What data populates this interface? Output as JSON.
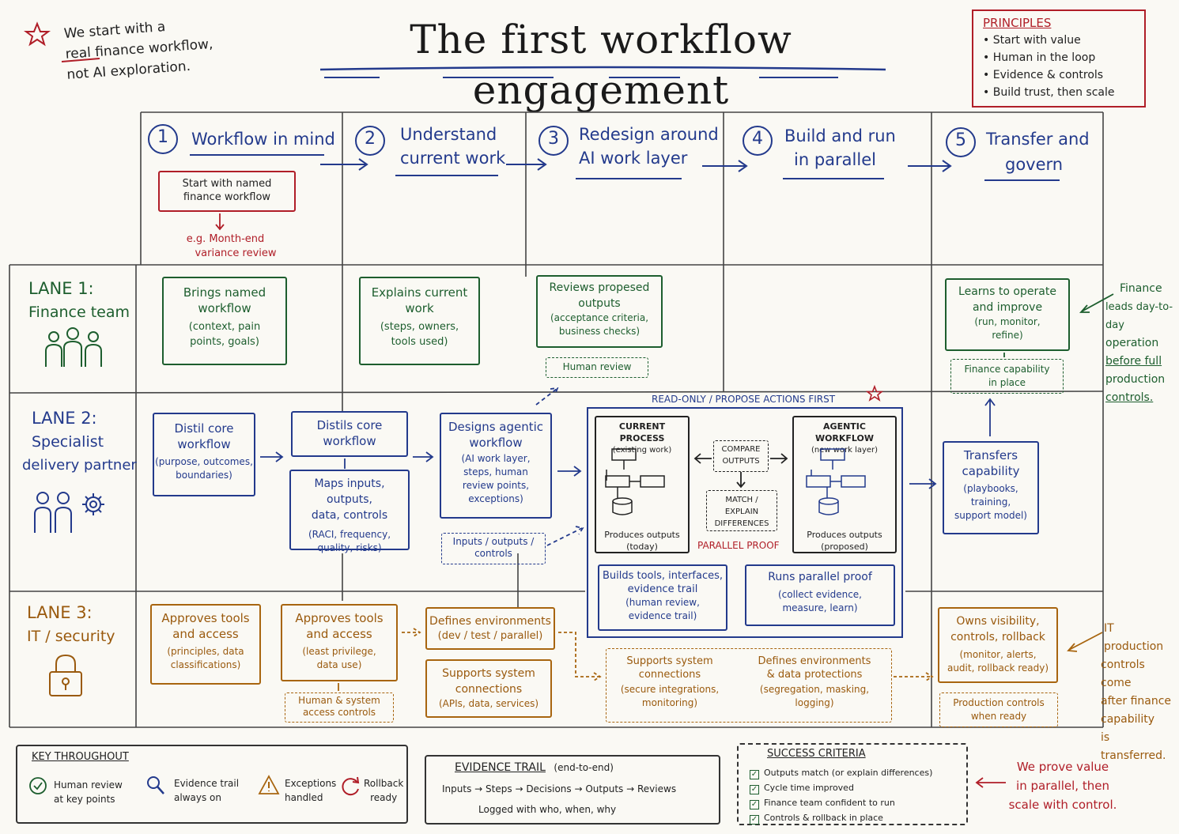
{
  "title": "The first workflow engagement",
  "intro_note": {
    "l1": "We start with a",
    "l2": "real finance workflow,",
    "l3": "not AI exploration."
  },
  "principles": {
    "title": "PRINCIPLES",
    "items": [
      "Start with value",
      "Human in the loop",
      "Evidence & controls",
      "Build trust, then scale"
    ]
  },
  "steps": [
    {
      "num": "1",
      "l1": "Workflow in mind",
      "l2": ""
    },
    {
      "num": "2",
      "l1": "Understand",
      "l2": "current work"
    },
    {
      "num": "3",
      "l1": "Redesign around",
      "l2": "AI work layer"
    },
    {
      "num": "4",
      "l1": "Build and run",
      "l2": "in parallel"
    },
    {
      "num": "5",
      "l1": "Transfer and",
      "l2": "govern"
    }
  ],
  "start_box": {
    "l1": "Start with named",
    "l2": "finance workflow",
    "example_l1": "e.g. Month-end",
    "example_l2": "variance review"
  },
  "lanes": [
    {
      "l1": "LANE 1:",
      "l2": "Finance team",
      "l3": ""
    },
    {
      "l1": "LANE 2:",
      "l2": "Specialist",
      "l3": "delivery partner"
    },
    {
      "l1": "LANE 3:",
      "l2": "IT / security",
      "l3": ""
    }
  ],
  "lane1": {
    "b1": {
      "title1": "Brings named",
      "title2": "workflow",
      "d1": "(context, pain",
      "d2": "points, goals)"
    },
    "b2": {
      "title1": "Explains current",
      "title2": "work",
      "d1": "(steps, owners,",
      "d2": "tools used)"
    },
    "b3": {
      "title1": "Reviews propesed",
      "title2": "outputs",
      "d1": "(acceptance criteria,",
      "d2": "business checks)"
    },
    "b3_tag": "Human review",
    "b4": {
      "title1": "Learns to operate",
      "title2": "and improve",
      "d1": "(run, monitor,",
      "d2": "refine)"
    },
    "b4_tag1": "Finance capability",
    "b4_tag2": "in place",
    "side_note": [
      "Finance",
      "leads day-to-day",
      "operation",
      "before full",
      "production",
      "controls."
    ]
  },
  "lane2": {
    "b1": {
      "title1": "Distil core",
      "title2": "workflow",
      "d1": "(purpose, outcomes,",
      "d2": "boundaries)"
    },
    "b2": {
      "title1": "Distils core",
      "title2": "workflow"
    },
    "b2b": {
      "title1": "Maps inputs, outputs,",
      "title2": "data, controls",
      "d1": "(RACI, frequency,",
      "d2": "quality, risks)"
    },
    "b3": {
      "title1": "Designs agentic",
      "title2": "workflow",
      "d1": "(AI work layer,",
      "d2": "steps, human",
      "d3": "review points,",
      "d4": "exceptions)"
    },
    "b3_tag1": "Inputs / outputs /",
    "b3_tag2": "controls",
    "readonly_label": "READ-ONLY / PROPOSE ACTIONS FIRST",
    "current": {
      "t1": "CURRENT PROCESS",
      "t2": "(existing work)",
      "o1": "Produces outputs",
      "o2": "(today)"
    },
    "agentic": {
      "t1": "AGENTIC WORKFLOW",
      "t2": "(new work layer)",
      "o1": "Produces outputs",
      "o2": "(proposed)"
    },
    "compare1": "COMPARE",
    "compare2": "OUTPUTS",
    "match1": "MATCH /",
    "match2": "EXPLAIN",
    "match3": "DIFFERENCES",
    "parallel_proof": "PARALLEL PROOF",
    "builds": {
      "title1": "Builds tools, interfaces,",
      "title2": "evidence trail",
      "d1": "(human review,",
      "d2": "evidence trail)"
    },
    "runs": {
      "title1": "Runs parallel proof",
      "d1": "(collect evidence,",
      "d2": "measure, learn)"
    },
    "b5": {
      "title1": "Transfers",
      "title2": "capability",
      "d1": "(playbooks,",
      "d2": "training,",
      "d3": "support model)"
    }
  },
  "lane3": {
    "b1": {
      "title1": "Approves tools",
      "title2": "and access",
      "d1": "(principles, data",
      "d2": "classifications)"
    },
    "b2": {
      "title1": "Approves tools",
      "title2": "and access",
      "d1": "(least privilege,",
      "d2": "data use)"
    },
    "b2_tag1": "Human & system",
    "b2_tag2": "access controls",
    "b3": {
      "title1": "Defines environments",
      "d1": "(dev / test / parallel)"
    },
    "b4": {
      "title1": "Supports system",
      "title2": "connections",
      "d1": "(APIs, data, services)"
    },
    "b5": {
      "title1": "Supports system",
      "title2": "connections",
      "d1": "(secure integrations,",
      "d2": "monitoring)"
    },
    "b6": {
      "title1": "Defines environments",
      "title2": "& data protections",
      "d1": "(segregation, masking,",
      "d2": "logging)"
    },
    "b7": {
      "title1": "Owns visibility,",
      "title2": "controls, rollback",
      "d1": "(monitor, alerts,",
      "d2": "audit, rollback ready)"
    },
    "b7_tag1": "Production controls",
    "b7_tag2": "when ready",
    "side_note": [
      "IT production",
      "controls come",
      "after finance",
      "capability",
      "is transferred."
    ]
  },
  "key": {
    "title": "KEY THROUGHOUT",
    "items": [
      {
        "icon": "check-icon",
        "l1": "Human review",
        "l2": "at key points"
      },
      {
        "icon": "magnifier-icon",
        "l1": "Evidence trail",
        "l2": "always on"
      },
      {
        "icon": "warning-icon",
        "l1": "Exceptions",
        "l2": "handled"
      },
      {
        "icon": "rollback-icon",
        "l1": "Rollback",
        "l2": "ready"
      }
    ]
  },
  "evidence": {
    "title": "EVIDENCE TRAIL",
    "subtitle": "(end-to-end)",
    "flow": [
      "Inputs",
      "Steps",
      "Decisions",
      "Outputs",
      "Reviews"
    ],
    "logged": "Logged with who, when, why"
  },
  "success": {
    "title": "SUCCESS CRITERIA",
    "items": [
      "Outputs match (or explain differences)",
      "Cycle time improved",
      "Finance team confident to run",
      "Controls & rollback in place"
    ]
  },
  "closing": {
    "l1": "We prove value",
    "l2": "in parallel, then",
    "l3": "scale with control."
  },
  "colors": {
    "blue": "#233a8c",
    "green": "#1d5e2e",
    "orange": "#9a5a0e",
    "red": "#b01e28"
  }
}
